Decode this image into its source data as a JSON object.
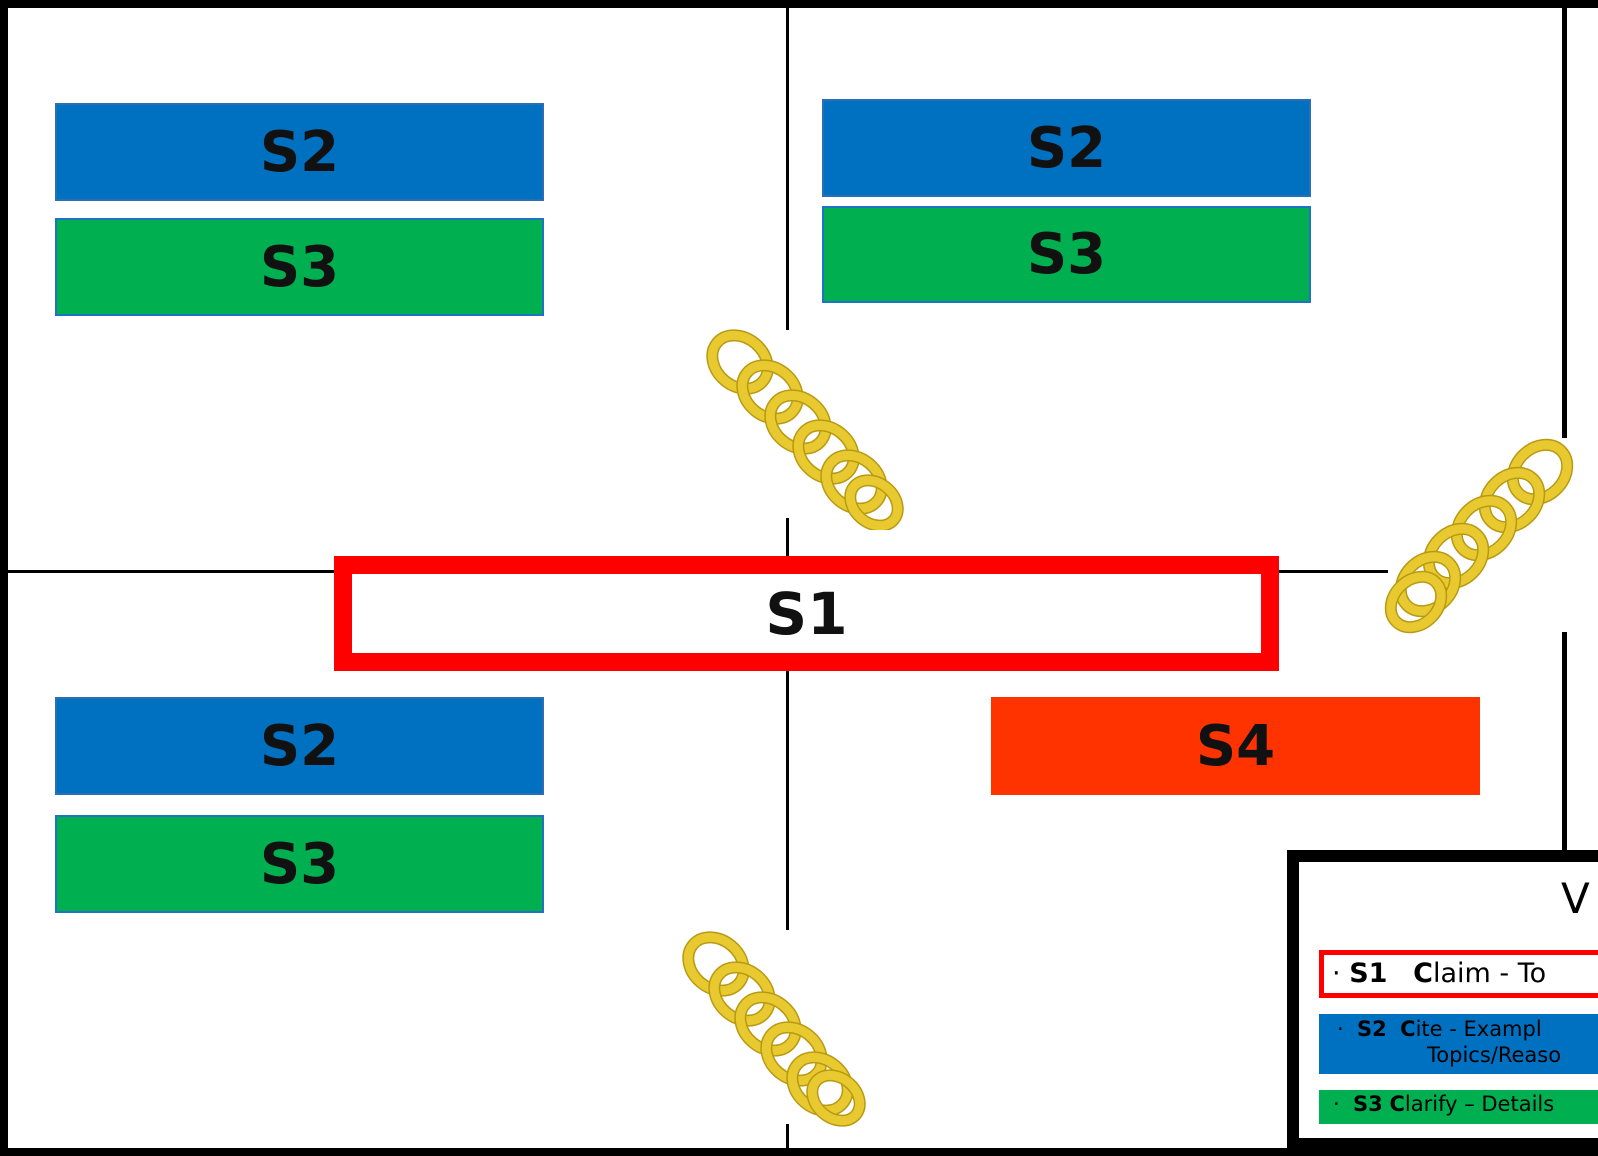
{
  "boxes": {
    "tl_s2": "S2",
    "tl_s3": "S3",
    "tr_s2": "S2",
    "tr_s3": "S3",
    "claim": "S1",
    "bl_s2": "S2",
    "bl_s3": "S3",
    "br_s4": "S4"
  },
  "legend": {
    "title": "V",
    "s1": {
      "code": "S1",
      "letter": "C",
      "text": "laim - To"
    },
    "s2": {
      "code": "S2",
      "letter": "C",
      "text": "ite - Exampl",
      "line2": "Topics/Reaso"
    },
    "s3": {
      "code": "S3",
      "letter": "C",
      "text": "larify – Details"
    }
  },
  "colors": {
    "s1_border": "#FF0000",
    "s2": "#0070C0",
    "s3": "#00B050",
    "s4": "#FF3300",
    "chain": "#E8C930"
  },
  "icons": [
    "chain-link-icon"
  ]
}
